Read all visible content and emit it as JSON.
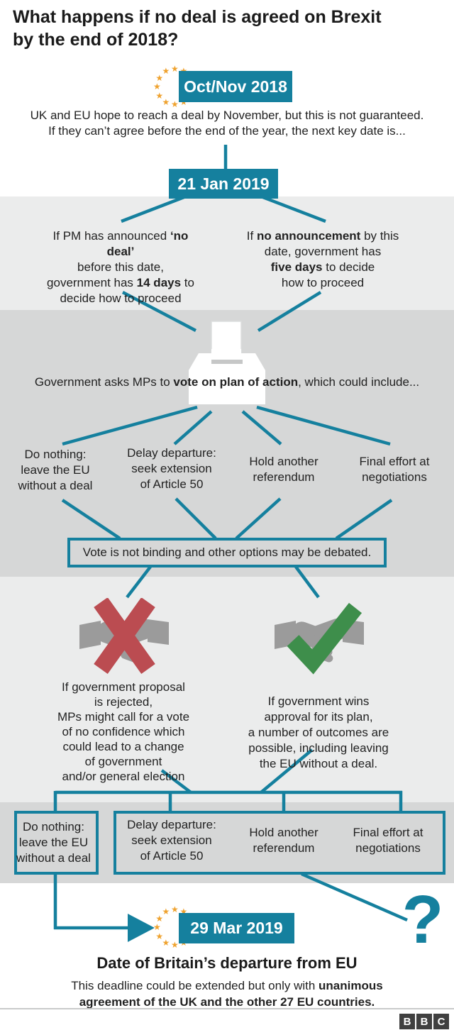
{
  "colors": {
    "accent_teal": "#15809e",
    "star_gold": "#efa22e",
    "reject_red": "#bb4c51",
    "approve_green": "#3e8e4b",
    "handshake_gray": "#9b9b9b",
    "band_light": "#ebecec",
    "band_dark": "#d6d7d7",
    "text": "#222222",
    "logo_block": "#404040"
  },
  "icons": {
    "eu_star": "★"
  },
  "title": {
    "line1": "What happens if no deal is agreed on Brexit",
    "line2": "by the end of 2018?"
  },
  "milestone1": {
    "date": "Oct/Nov 2018"
  },
  "intro": {
    "line1": "UK and EU hope to reach a deal by November, but this is not guaranteed.",
    "line2": "If they can’t agree before the end of the year, the next key date is..."
  },
  "milestone2": {
    "date": "21 Jan 2019"
  },
  "branch_announced": {
    "s1": "If PM has announced ",
    "s2": "‘no deal’",
    "s3": "before this date,",
    "s4": "government has ",
    "s5": "14 days",
    "s6": " to",
    "s7": "decide how to proceed"
  },
  "branch_none": {
    "s1": "If ",
    "s2": "no announcement",
    "s3": " by this",
    "s4": "date, government has",
    "s5": "five days",
    "s6": " to decide",
    "s7": "how to proceed"
  },
  "vote_prompt": {
    "s1": "Government asks MPs to ",
    "s2": "vote on plan of action",
    "s3": ", which could include..."
  },
  "options": {
    "do_nothing": {
      "l1": "Do nothing:",
      "l2": "leave the EU",
      "l3": "without a deal"
    },
    "delay": {
      "l1": "Delay departure:",
      "l2": "seek extension",
      "l3": "of Article 50"
    },
    "referendum": {
      "l1": "Hold another",
      "l2": "referendum"
    },
    "negotiate": {
      "l1": "Final effort at",
      "l2": "negotiations"
    }
  },
  "vote_note": "Vote is not binding and other options may be debated.",
  "rejected": {
    "l1": "If government proposal",
    "l2": "is rejected,",
    "l3": "MPs might call for a vote",
    "l4": "of no confidence which",
    "l5": "could lead to a change",
    "l6": "of government",
    "l7": "and/or general election"
  },
  "approved": {
    "l1": "If government wins",
    "l2": "approval for its plan,",
    "l3": "a number of outcomes are",
    "l4": "possible, including leaving",
    "l5": "the EU without a deal."
  },
  "question_mark": "?",
  "milestone3": {
    "date": "29 Mar 2019"
  },
  "departure": {
    "heading": "Date of Britain’s departure from EU",
    "note_s1": "This deadline could be extended but only with ",
    "note_s2": "unanimous",
    "note_s3": "agreement of the UK and the other 27 EU countries."
  },
  "logo": {
    "b1": "B",
    "b2": "B",
    "b3": "C"
  }
}
